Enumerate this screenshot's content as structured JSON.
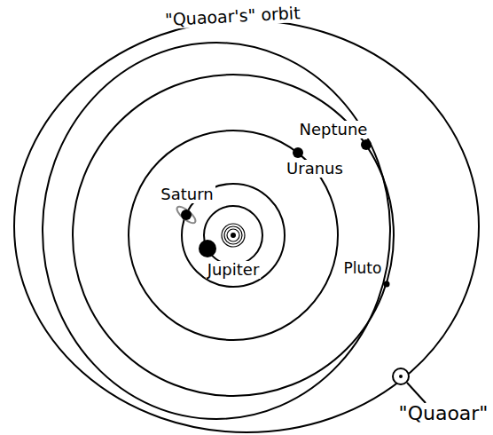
{
  "diagram": {
    "labels": [
      "\"Quaoar's\" orbit",
      "Neptune",
      "Uranus",
      "Saturn",
      "Jupiter",
      "Pluto",
      "\"Quaoar\""
    ]
  }
}
